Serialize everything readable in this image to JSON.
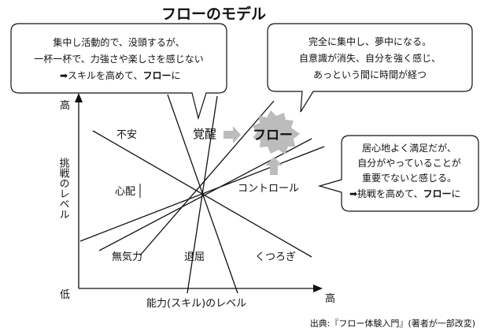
{
  "title": "フローのモデル",
  "bubbles": {
    "left": {
      "line1": "集中し活動的で、没頭するが、",
      "line2": "一杯一杯で、力強さや楽しさを感じない",
      "line3_prefix": "➡スキルを高めて、",
      "line3_bold": "フロー",
      "line3_suffix": "に"
    },
    "top": {
      "line1": "完全に集中し、夢中になる。",
      "line2": "自意識が消失、自分を強く感じ、",
      "line3": "あっという間に時間が経つ"
    },
    "right": {
      "line1": "居心地よく満足だが、",
      "line2": "自分がやっていることが",
      "line3": "重要でないと感じる。",
      "line4_prefix": "➡挑戦を高めて、",
      "line4_bold": "フロー",
      "line4_suffix": "に"
    }
  },
  "zones": {
    "anxiety": "不安",
    "arousal": "覚醒",
    "flow": "フロー",
    "worry": "心配",
    "control": "コントロール",
    "apathy": "無気力",
    "boredom": "退屈",
    "relaxation": "くつろぎ"
  },
  "axes": {
    "y_label": "挑戦のレベル",
    "y_high": "高",
    "y_low": "低",
    "x_label": "能力(スキル)のレベル",
    "x_high": "高"
  },
  "source": "出典:『フロー体験入門』(著者が一部改変)",
  "colors": {
    "accent_gray": "#bcbcbc",
    "line": "#111111"
  }
}
